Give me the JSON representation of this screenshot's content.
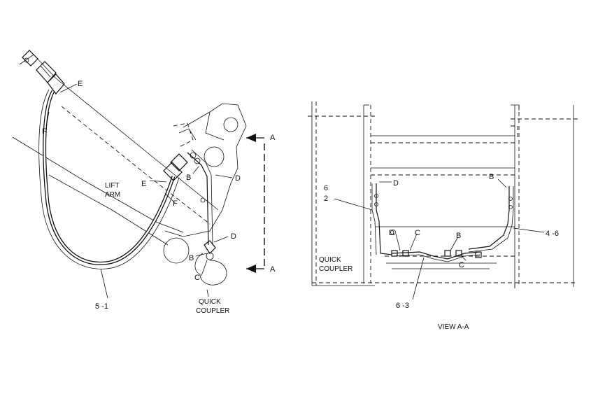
{
  "left_view": {
    "labels": {
      "e_top": "E",
      "f_top": "F",
      "lift_arm_1": "LIFT",
      "lift_arm_2": "ARM",
      "e_mid": "E",
      "f_mid": "F",
      "b_upper": "B",
      "d_upper": "D",
      "d_lower": "D",
      "b_lower": "B",
      "c_lower": "C",
      "quick_coupler_1": "QUICK",
      "quick_coupler_2": "COUPLER",
      "part_5_1": "5 -1",
      "section_a_top": "A",
      "section_a_bottom": "A"
    }
  },
  "right_view": {
    "labels": {
      "part_6_2_a": "6",
      "part_6_2_b": "2",
      "d_left": "D",
      "b_right": "B",
      "d_bottom": "D",
      "c_bottom": "C",
      "b_bottom": "B",
      "c_low": "C",
      "part_4_6": "4 -6",
      "quick_coupler_1": "QUICK",
      "quick_coupler_2": "COUPLER",
      "part_6_3": "6 -3",
      "view_title": "VIEW  A-A"
    }
  }
}
